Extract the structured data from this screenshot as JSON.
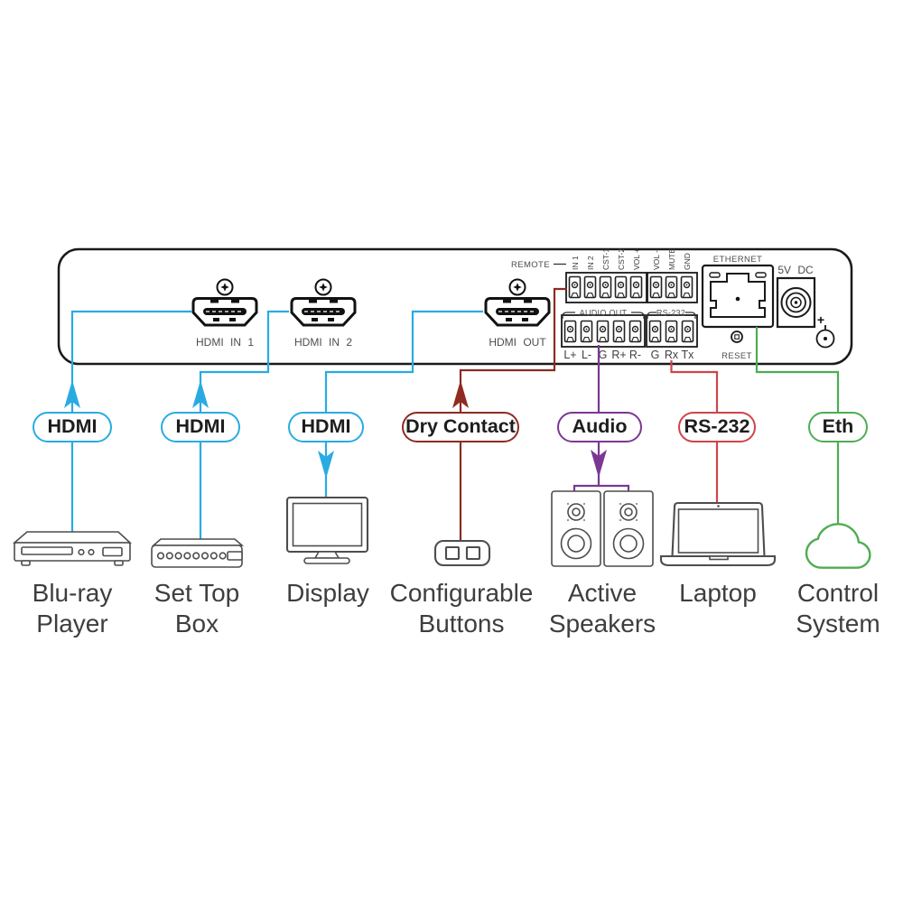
{
  "panel": {
    "hdmi_in_1_label": "HDMI IN 1",
    "hdmi_in_2_label": "HDMI IN 2",
    "hdmi_out_label": "HDMI OUT",
    "remote_label": "REMOTE",
    "remote_pins": [
      "IN 1",
      "IN 2",
      "CST-1",
      "CST-2",
      "VOL +",
      "VOL -",
      "MUTE",
      "GND"
    ],
    "audio_out_label": "AUDIO OUT",
    "audio_out_pins": [
      "L+",
      "L-",
      "G",
      "R+",
      "R-"
    ],
    "rs232_label": "RS-232",
    "rs232_pins": [
      "G",
      "Rx",
      "Tx"
    ],
    "ethernet_label": "ETHERNET",
    "power_label": "5V DC",
    "reset_label": "RESET",
    "polarity_label": "+"
  },
  "connections": {
    "hdmi_in_1": {
      "label": "HDMI",
      "color": "#29abe2",
      "arrow": "up-into-device"
    },
    "hdmi_in_2": {
      "label": "HDMI",
      "color": "#29abe2",
      "arrow": "up-into-device"
    },
    "hdmi_out": {
      "label": "HDMI",
      "color": "#29abe2",
      "arrow": "down-to-display"
    },
    "dry_contact": {
      "label": "Dry Contact",
      "color": "#8e2b22",
      "arrow": "up-into-device"
    },
    "audio": {
      "label": "Audio",
      "color": "#7b3794",
      "arrow": "down-to-speakers"
    },
    "rs232": {
      "label": "RS-232",
      "color": "#ce454b",
      "arrow": "none"
    },
    "eth": {
      "label": "Eth",
      "color": "#4ead52",
      "arrow": "none"
    }
  },
  "devices": {
    "bluray_player": {
      "name_line1": "Blu-ray",
      "name_line2": "Player"
    },
    "set_top_box": {
      "name_line1": "Set Top",
      "name_line2": "Box"
    },
    "display": {
      "name_line1": "Display",
      "name_line2": ""
    },
    "configurable_buttons": {
      "name_line1": "Configurable",
      "name_line2": "Buttons"
    },
    "active_speakers": {
      "name_line1": "Active",
      "name_line2": "Speakers"
    },
    "laptop": {
      "name_line1": "Laptop",
      "name_line2": ""
    },
    "control_system": {
      "name_line1": "Control",
      "name_line2": "System"
    }
  }
}
